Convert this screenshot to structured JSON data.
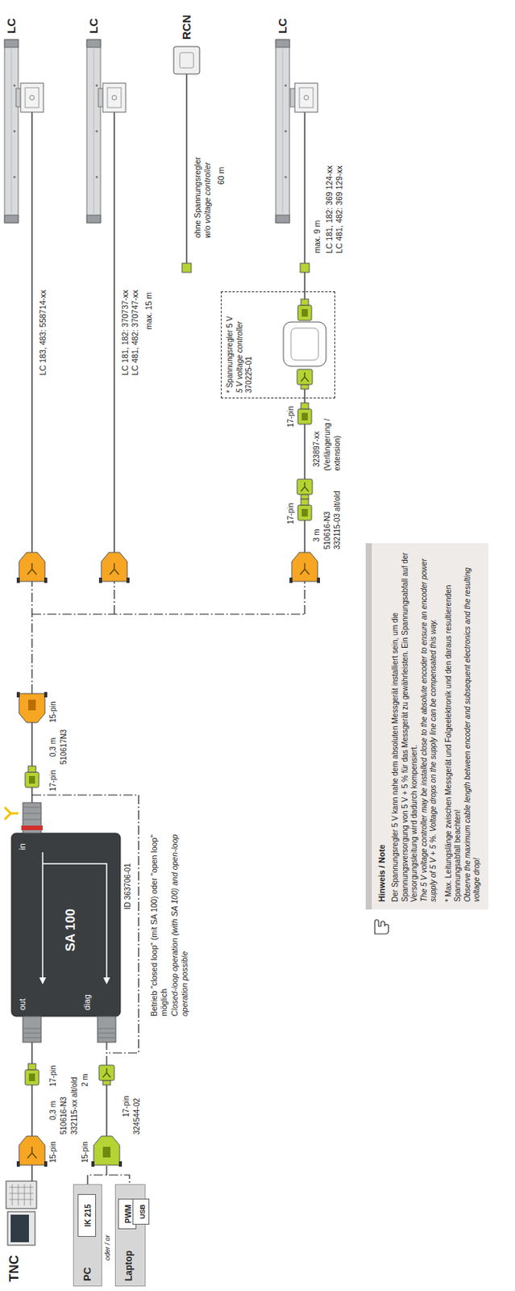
{
  "diagram": {
    "nodes": [
      {
        "text": [
          "PC"
        ]
      },
      {
        "text": [
          "IK 215"
        ],
        "in": 0
      },
      {
        "text": [
          "Laptop"
        ]
      },
      {
        "text": [
          "PWM"
        ],
        "in": 2
      },
      {
        "text": [
          "USB"
        ],
        "in": 2
      },
      {
        "text": [
          "SA 100",
          "in",
          "out",
          "diag"
        ]
      },
      {
        "text": [
          "* Spannungsregler 5 V",
          "5 V voltage controller",
          "370225-01"
        ]
      },
      {
        "text": [
          "Hinweis / Note",
          "Der Spannungsregler 5 V kann nahe dem absoluten Messgerät installiert sein, um die Spannungsversorgung von 5 V + 5 % für das Messgerät zu gewährleisten. Ein Spannungsabfall auf der Versorgungsleitung wird dadurch kompensiert.",
          "The 5 V voltage controller may be installed close to the absolute encoder to ensure an encoder power supply of 5 V + 5 %. Voltage drops on the supply line can be compensated this way.",
          "* Max. Leitungslänge zwischen Messgerät und Folgeelektronik und den daraus resultierenden Spannungsabfall beachten!",
          "Observe the maximum cable length between encoder and subsequent electronics and the resulting voltage drop!"
        ]
      }
    ],
    "labels": [
      "TNC",
      "15-pin",
      "0,3 m",
      "17-pin",
      "510616-N3",
      "332115-xx alt/old",
      "15-pin",
      "2 m",
      "17-pin",
      "324544-02",
      "oder / or",
      "ID 363706-01",
      "Betrieb \"closed loop\" (mit SA 100) oder \"open loop\" möglich",
      "Closed-loop operation (with SA 100) and open-loop operation possible",
      "17-pin",
      "0,3 m",
      "510617N3",
      "15-pin",
      "LC 183, 483: 558714-xx",
      "LC 181, 182: 370737-xx",
      "LC 481, 482: 370747-xx",
      "max. 15 m",
      "3 m",
      "510616-N3",
      "332115-03 alt/old",
      "17-pin",
      "17-pin",
      "323897-xx",
      "(Verlängerung / extension)",
      "ohne Spannungsregler",
      "w/o voltage controller",
      "60 m",
      "max. 9 m",
      "LC 181, 182: 369 124-xx",
      "LC 481, 482: 369 129-xx",
      "LC",
      "LC",
      "RCN",
      "LC"
    ]
  }
}
